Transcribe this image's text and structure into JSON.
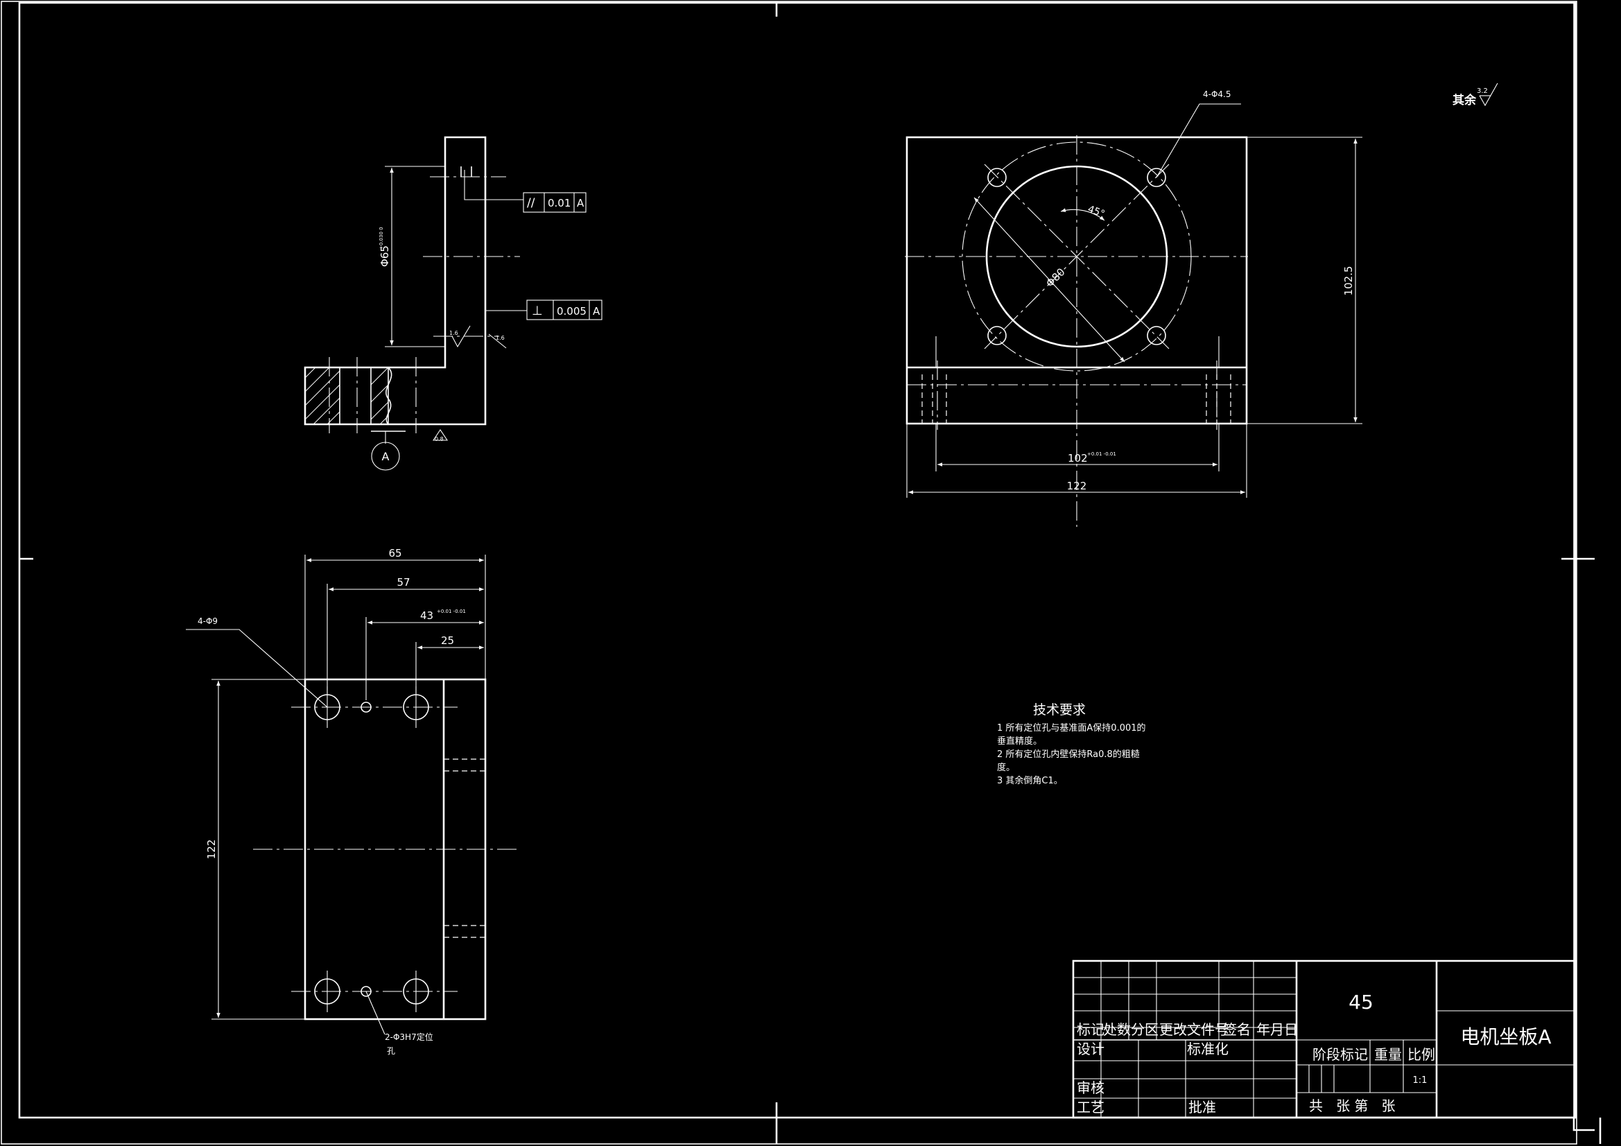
{
  "roughness_general": {
    "label": "其余",
    "value": "3.2"
  },
  "tolerance_frames": {
    "parallelism": {
      "symbol": "//",
      "value": "0.01",
      "datum": "A"
    },
    "perpendicularity": {
      "symbol": "⊥",
      "value": "0.005",
      "datum": "A"
    }
  },
  "side_view": {
    "bore_dim": "Φ65",
    "bore_tol": "+0.030 0",
    "roughness_1": "1.6",
    "roughness_2": "1.6",
    "roughness_3": "0.8",
    "datum_label": "A"
  },
  "front_view": {
    "hole_callout": "4-Φ4.5",
    "angle": "45°",
    "circle_dia": "Φ80",
    "height": "102.5",
    "hole_spacing": "102",
    "hole_spacing_tol": "+0.01 -0.01",
    "width": "122"
  },
  "top_view": {
    "dim_65": "65",
    "dim_57": "57",
    "dim_43": "43",
    "dim_43_tol": "+0.01 -0.01",
    "dim_25": "25",
    "dim_122": "122",
    "hole_callout": "4-Φ9",
    "pin_callout_1": "2-Φ3H7定位",
    "pin_callout_2": "孔"
  },
  "tech_requirements": {
    "title": "技术要求",
    "lines": [
      "1 所有定位孔与基准面A保持0.001的",
      "垂直精度。",
      "2 所有定位孔内壁保持Ra0.8的粗糙",
      "度。",
      "3 其余倒角C1。"
    ]
  },
  "title_block": {
    "material": "45",
    "part_name": "电机坐板A",
    "headers": [
      "标记",
      "处数",
      "分区",
      "更改文件号",
      "签名",
      "年月日"
    ],
    "design": "设计",
    "standardization": "标准化",
    "stage_mark": "阶段标记",
    "weight": "重量",
    "scale_label": "比例",
    "scale": "1:1",
    "check": "审核",
    "process": "工艺",
    "approve": "批准",
    "sheet_info": "共   张 第   张"
  }
}
